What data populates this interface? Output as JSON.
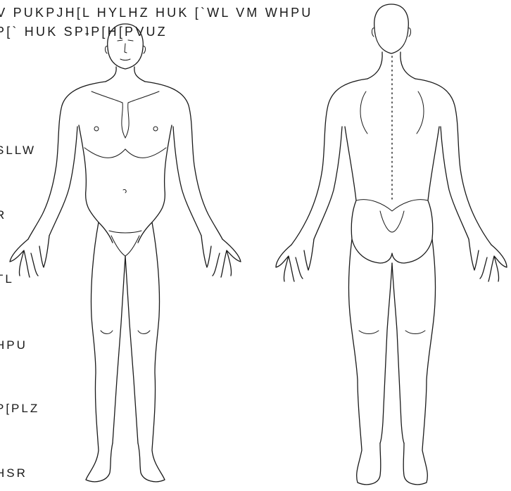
{
  "header": {
    "line1": "‹V PUKPJH[L HYLHZ HUK [`WL VM WHPU",
    "line2": "P[` HUK SPʇP[H[PVUZ"
  },
  "side_labels": [
    {
      "id": "label-1",
      "text": "SLLW"
    },
    {
      "id": "label-2",
      "text": "R"
    },
    {
      "id": "label-3",
      "text": "TL"
    },
    {
      "id": "label-4",
      "text": "HPU"
    },
    {
      "id": "label-5",
      "text": "P[PLZ"
    },
    {
      "id": "label-6",
      "text": "HSR"
    }
  ],
  "figures": [
    {
      "view": "front",
      "name": "front-body-figure"
    },
    {
      "view": "back",
      "name": "back-body-figure"
    }
  ]
}
